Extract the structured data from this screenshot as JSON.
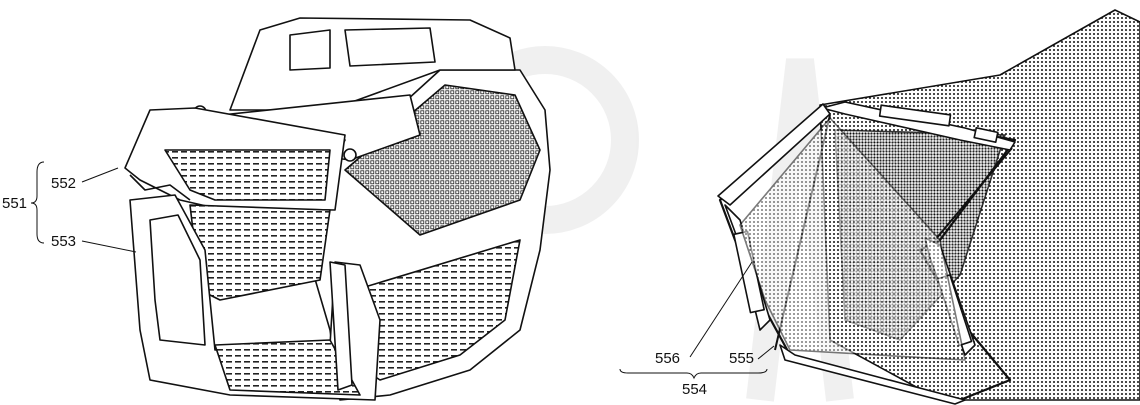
{
  "figure": {
    "left_assembly": {
      "group_label": "551",
      "callouts": [
        {
          "label": "552"
        },
        {
          "label": "553"
        }
      ]
    },
    "right_assembly": {
      "group_label": "554",
      "callouts": [
        {
          "label": "556"
        },
        {
          "label": "555"
        }
      ]
    }
  }
}
